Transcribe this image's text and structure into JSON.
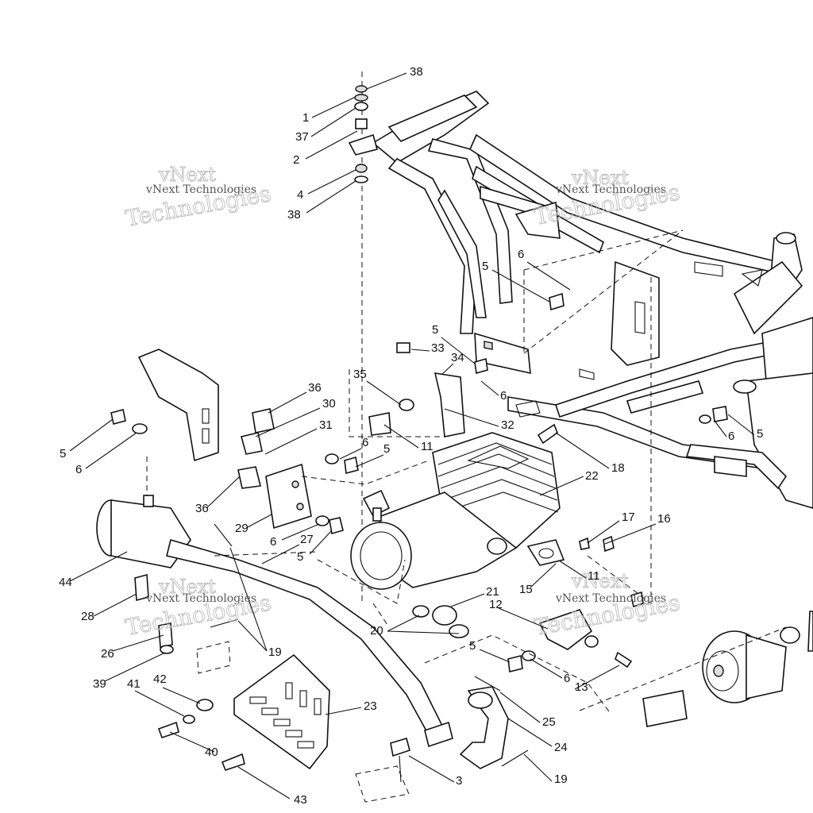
{
  "watermark": {
    "line1": "vNext",
    "line2": "Technologies",
    "full": "vNext Technologies"
  },
  "callouts": [
    {
      "id": "c1",
      "label": "1"
    },
    {
      "id": "c37",
      "label": "37"
    },
    {
      "id": "c2",
      "label": "2"
    },
    {
      "id": "c4",
      "label": "4"
    },
    {
      "id": "c38a",
      "label": "38"
    },
    {
      "id": "c38b",
      "label": "38"
    },
    {
      "id": "c5a",
      "label": "5"
    },
    {
      "id": "c6a",
      "label": "6"
    },
    {
      "id": "c33",
      "label": "33"
    },
    {
      "id": "c34",
      "label": "34"
    },
    {
      "id": "c5b",
      "label": "5"
    },
    {
      "id": "c35",
      "label": "35"
    },
    {
      "id": "c6b",
      "label": "6"
    },
    {
      "id": "c32",
      "label": "32"
    },
    {
      "id": "c36a",
      "label": "36"
    },
    {
      "id": "c30",
      "label": "30"
    },
    {
      "id": "c31",
      "label": "31"
    },
    {
      "id": "c11a",
      "label": "11"
    },
    {
      "id": "c6c",
      "label": "6"
    },
    {
      "id": "c5c",
      "label": "5"
    },
    {
      "id": "c5d",
      "label": "5"
    },
    {
      "id": "c6d",
      "label": "6"
    },
    {
      "id": "c6e",
      "label": "6"
    },
    {
      "id": "c5e",
      "label": "5"
    },
    {
      "id": "c18",
      "label": "18"
    },
    {
      "id": "c22",
      "label": "22"
    },
    {
      "id": "c36b",
      "label": "36"
    },
    {
      "id": "c29",
      "label": "29"
    },
    {
      "id": "c6f",
      "label": "6"
    },
    {
      "id": "c27",
      "label": "27"
    },
    {
      "id": "c5f",
      "label": "5"
    },
    {
      "id": "c17",
      "label": "17"
    },
    {
      "id": "c16",
      "label": "16"
    },
    {
      "id": "c44",
      "label": "44"
    },
    {
      "id": "c28",
      "label": "28"
    },
    {
      "id": "c21",
      "label": "21"
    },
    {
      "id": "c15",
      "label": "15"
    },
    {
      "id": "c11b",
      "label": "11"
    },
    {
      "id": "c12",
      "label": "12"
    },
    {
      "id": "c20",
      "label": "20"
    },
    {
      "id": "c26",
      "label": "26"
    },
    {
      "id": "c19a",
      "label": "19"
    },
    {
      "id": "c5g",
      "label": "5"
    },
    {
      "id": "c6g",
      "label": "6"
    },
    {
      "id": "c13",
      "label": "13"
    },
    {
      "id": "c39",
      "label": "39"
    },
    {
      "id": "c42",
      "label": "42"
    },
    {
      "id": "c41",
      "label": "41"
    },
    {
      "id": "c23",
      "label": "23"
    },
    {
      "id": "c25",
      "label": "25"
    },
    {
      "id": "c24",
      "label": "24"
    },
    {
      "id": "c40",
      "label": "40"
    },
    {
      "id": "c3",
      "label": "3"
    },
    {
      "id": "c19b",
      "label": "19"
    },
    {
      "id": "c43",
      "label": "43"
    }
  ]
}
